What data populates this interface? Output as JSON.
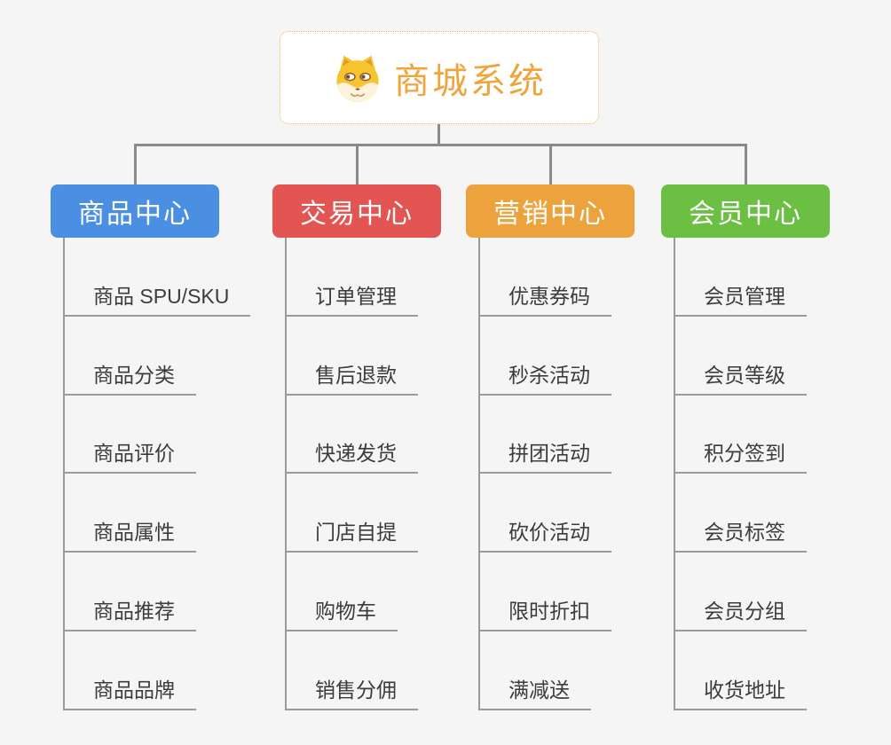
{
  "root": {
    "title": "商城系统",
    "icon": "dog-face-icon",
    "accent_color": "#f0a43c",
    "border_color": "#f0b254",
    "background": "#ffffff"
  },
  "connector_color": "#8a8a8a",
  "page_background": "#f5f5f5",
  "leaf_text_color": "#3c3c3c",
  "branches": [
    {
      "label": "商品中心",
      "color": "#4a8fe2",
      "children": [
        "商品 SPU/SKU",
        "商品分类",
        "商品评价",
        "商品属性",
        "商品推荐",
        "商品品牌"
      ]
    },
    {
      "label": "交易中心",
      "color": "#e25552",
      "children": [
        "订单管理",
        "售后退款",
        "快递发货",
        "门店自提",
        "购物车",
        "销售分佣"
      ]
    },
    {
      "label": "营销中心",
      "color": "#eda33d",
      "children": [
        "优惠券码",
        "秒杀活动",
        "拼团活动",
        "砍价活动",
        "限时折扣",
        "满减送"
      ]
    },
    {
      "label": "会员中心",
      "color": "#6bbf43",
      "children": [
        "会员管理",
        "会员等级",
        "积分签到",
        "会员标签",
        "会员分组",
        "收货地址"
      ]
    }
  ]
}
